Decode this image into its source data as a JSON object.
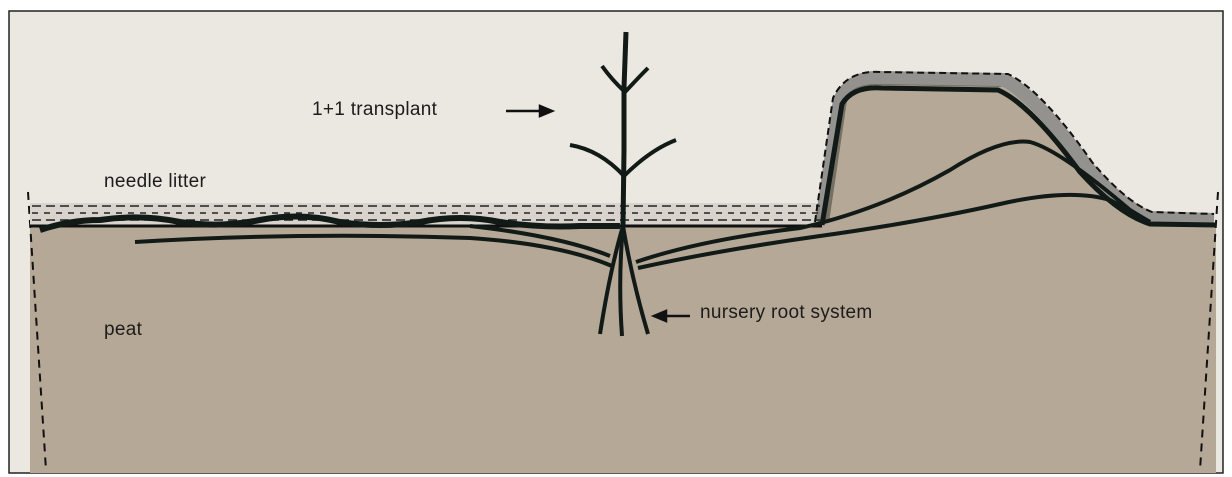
{
  "labels": {
    "transplant": "1+1 transplant",
    "needle_litter": "needle litter",
    "peat": "peat",
    "root_system": "nursery root system"
  },
  "colors": {
    "background": "#eae6e0",
    "peat": "#b5a896",
    "ink": "#111a16",
    "frame": "#222222"
  }
}
